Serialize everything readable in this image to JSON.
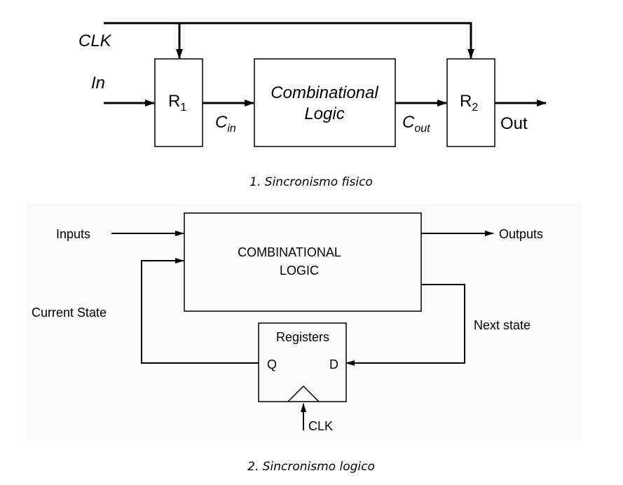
{
  "diagram1": {
    "clk": "CLK",
    "input": "In",
    "reg1": {
      "base": "R",
      "sub": "1"
    },
    "cin": {
      "base": "C",
      "sub": "in"
    },
    "logic_line1": "Combinational",
    "logic_line2": "Logic",
    "cout": {
      "base": "C",
      "sub": "out"
    },
    "reg2": {
      "base": "R",
      "sub": "2"
    },
    "output": "Out",
    "caption": "1. Sincronismo fisico"
  },
  "diagram2": {
    "inputs": "Inputs",
    "outputs": "Outputs",
    "logic_line1": "COMBINATIONAL",
    "logic_line2": "LOGIC",
    "current_state": "Current State",
    "next_state": "Next state",
    "registers": "Registers",
    "q": "Q",
    "d": "D",
    "clk": "CLK",
    "caption": "2. Sincronismo logico"
  }
}
